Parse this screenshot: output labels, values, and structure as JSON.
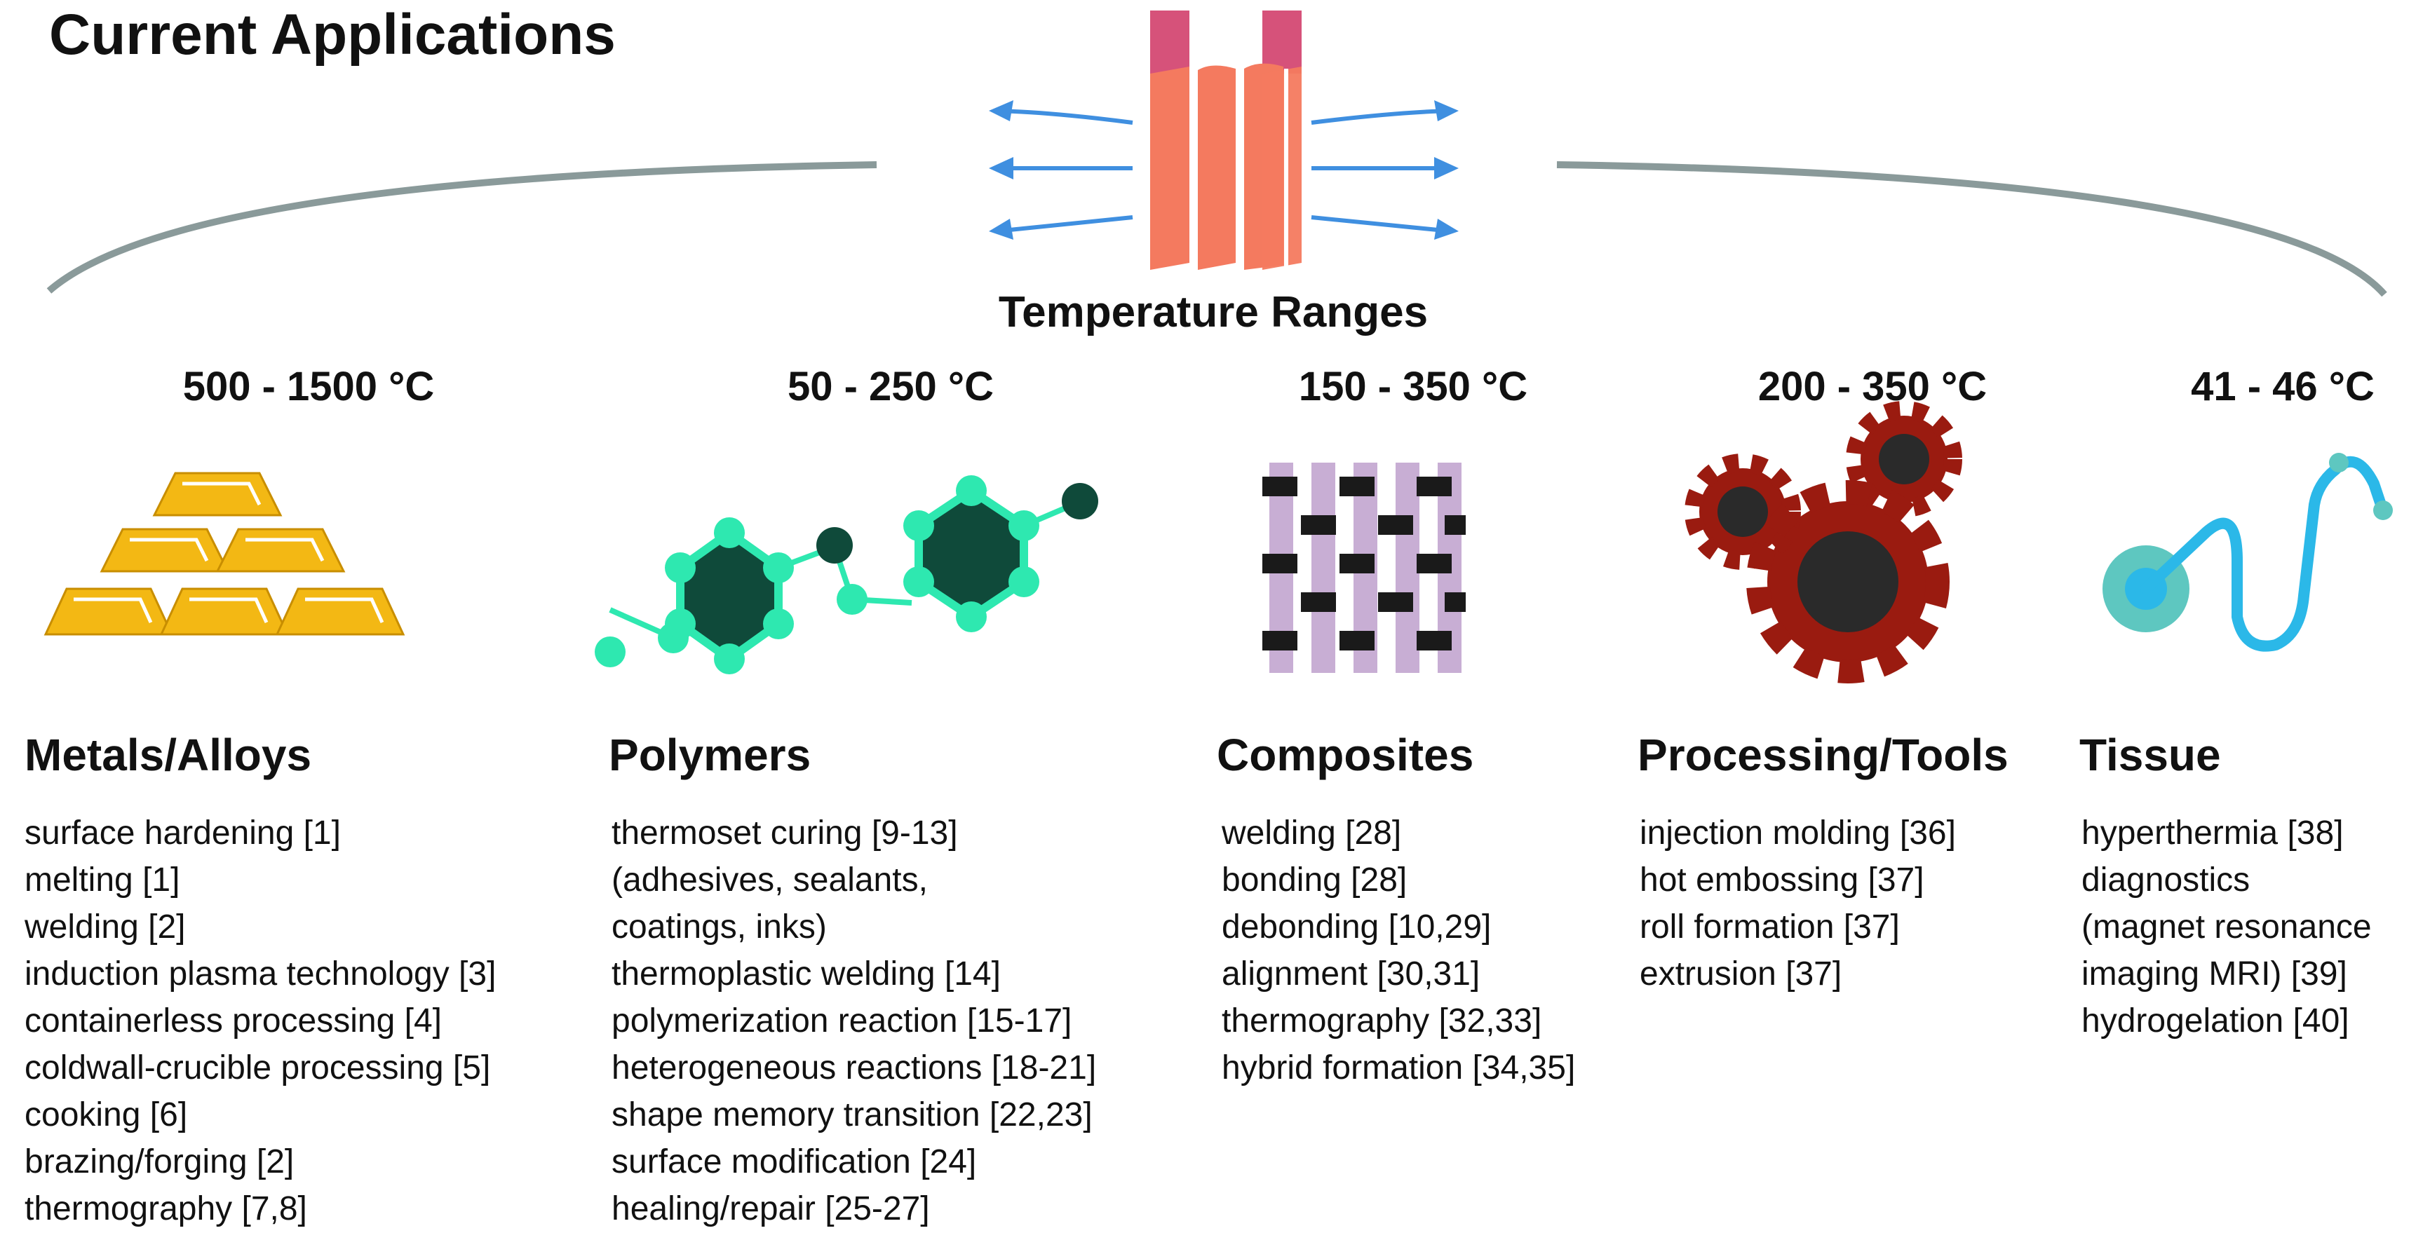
{
  "title": "Current Applications",
  "temperature_title": "Temperature Ranges",
  "columns": [
    {
      "range": "500 - 1500 °C",
      "heading": "Metals/Alloys",
      "icon": "gold-bars-icon",
      "items": [
        "surface hardening [1]",
        "melting [1]",
        "welding [2]",
        "induction plasma technology [3]",
        "containerless processing [4]",
        "coldwall-crucible processing [5]",
        "cooking [6]",
        "brazing/forging [2]",
        "thermography [7,8]"
      ]
    },
    {
      "range": "50 - 250 °C",
      "heading": "Polymers",
      "icon": "molecule-icon",
      "items": [
        "thermoset curing [9-13]",
        "(adhesives, sealants,",
        "coatings, inks)",
        "thermoplastic welding [14]",
        "polymerization reaction [15-17]",
        "heterogeneous reactions [18-21]",
        "shape memory transition [22,23]",
        "surface modification [24]",
        "healing/repair [25-27]"
      ]
    },
    {
      "range": "150 - 350 °C",
      "heading": "Composites",
      "icon": "woven-fabric-icon",
      "items": [
        "welding [28]",
        "bonding [28]",
        "debonding [10,29]",
        "alignment [30,31]",
        "thermography [32,33]",
        "hybrid formation [34,35]"
      ]
    },
    {
      "range": "200 - 350 °C",
      "heading": "Processing/Tools",
      "icon": "gears-icon",
      "items": [
        "injection molding [36]",
        "hot embossing [37]",
        "roll formation [37]",
        "extrusion [37]"
      ]
    },
    {
      "range": "41 - 46 °C",
      "heading": "Tissue",
      "icon": "stethoscope-icon",
      "items": [
        "hyperthermia [38]",
        "diagnostics",
        "(magnet resonance",
        "imaging MRI) [39]",
        "hydrogelation [40]"
      ]
    }
  ],
  "colors": {
    "coil": "#f47a5f",
    "coil_top": "#d6527a",
    "arrows": "#3f8fe0",
    "arc": "#8a9a9a",
    "gold": "#f3b814",
    "molecule_node": "#2ee8b0",
    "molecule_core": "#0f4a3a",
    "fabric_light": "#c8aed4",
    "fabric_dark": "#1a1a1a",
    "gear": "#9a1b10",
    "gear_core": "#2a2a2a",
    "stethoscope": "#2bb8e8",
    "stethoscope_disc": "#5ec7c0"
  }
}
